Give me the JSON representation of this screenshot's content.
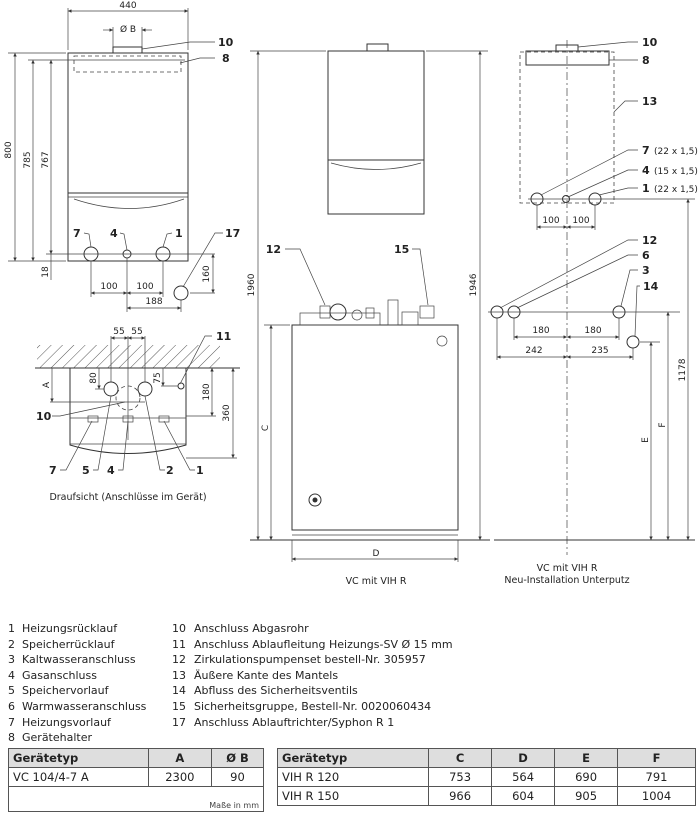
{
  "front_view": {
    "width": "440",
    "flue_diameter": "Ø B",
    "heights": [
      "800",
      "785",
      "767",
      "18"
    ],
    "spacing": [
      "100",
      "100",
      "188",
      "160"
    ],
    "callouts": [
      "10",
      "8",
      "7",
      "4",
      "1",
      "17"
    ]
  },
  "top_view": {
    "spacing": [
      "55",
      "55",
      "80",
      "75",
      "180",
      "360",
      "A"
    ],
    "callouts": [
      "11",
      "10",
      "7",
      "5",
      "4",
      "2",
      "1"
    ],
    "caption": "Draufsicht (Anschlüsse im Gerät)"
  },
  "side_view": {
    "heights": [
      "1960",
      "1946",
      "C"
    ],
    "width": "D",
    "callouts": [
      "12",
      "15"
    ],
    "caption": "VC mit VIH R"
  },
  "installation_view": {
    "callouts": [
      "10",
      "8",
      "13",
      "7",
      "4",
      "1",
      "12",
      "6",
      "3",
      "14"
    ],
    "callout_specs": [
      "(22 x 1,5)",
      "(15 x 1,5)",
      "(22 x 1,5)"
    ],
    "spacing": [
      "100",
      "100",
      "180",
      "180",
      "242",
      "235"
    ],
    "heights": [
      "E",
      "F",
      "1178"
    ],
    "caption_line1": "VC mit VIH R",
    "caption_line2": "Neu-Installation Unterputz"
  },
  "legend_left": [
    {
      "num": "1",
      "label": "Heizungsrücklauf"
    },
    {
      "num": "2",
      "label": "Speicherrücklauf"
    },
    {
      "num": "3",
      "label": "Kaltwasseranschluss"
    },
    {
      "num": "4",
      "label": "Gasanschluss"
    },
    {
      "num": "5",
      "label": "Speichervorlauf"
    },
    {
      "num": "6",
      "label": "Warmwasseranschluss"
    },
    {
      "num": "7",
      "label": "Heizungsvorlauf"
    },
    {
      "num": "8",
      "label": "Gerätehalter"
    }
  ],
  "legend_right": [
    {
      "num": "10",
      "label": "Anschluss Abgasrohr"
    },
    {
      "num": "11",
      "label": "Anschluss Ablaufleitung Heizungs-SV Ø 15 mm"
    },
    {
      "num": "12",
      "label": "Zirkulationspumpenset  bestell-Nr. 305957"
    },
    {
      "num": "13",
      "label": "Äußere Kante des Mantels"
    },
    {
      "num": "14",
      "label": "Abfluss des Sicherheitsventils"
    },
    {
      "num": "15",
      "label": "Sicherheitsgruppe, Bestell-Nr. 0020060434"
    },
    {
      "num": "17",
      "label": "Anschluss Ablauftrichter/Syphon R 1"
    }
  ],
  "table_boiler": {
    "headers": [
      "Gerätetyp",
      "A",
      "Ø B"
    ],
    "rows": [
      [
        "VC 104/4-7 A",
        "2300",
        "90"
      ]
    ],
    "note": "Maße in mm"
  },
  "table_tank": {
    "headers": [
      "Gerätetyp",
      "C",
      "D",
      "E",
      "F"
    ],
    "rows": [
      [
        "VIH R 120",
        "753",
        "564",
        "690",
        "791"
      ],
      [
        "VIH R 150",
        "966",
        "604",
        "905",
        "1004"
      ]
    ]
  }
}
